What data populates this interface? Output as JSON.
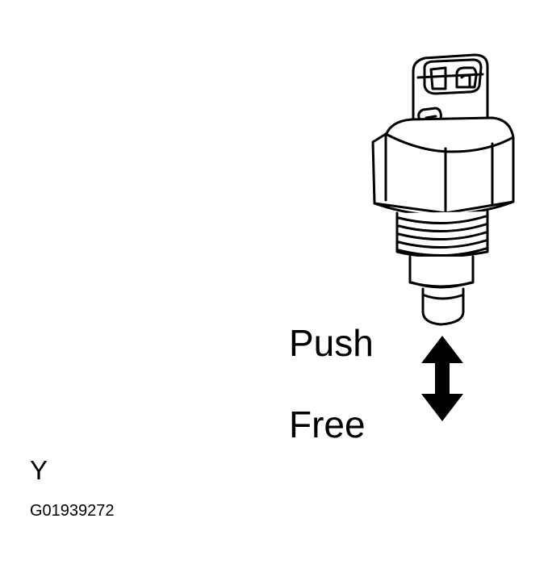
{
  "diagram": {
    "labels": {
      "push": "Push",
      "free": "Free",
      "position": "Y",
      "figure_code": "G01939272"
    },
    "component_icon": "back-up-light-switch-icon",
    "arrow_icon": "double-headed-vertical-arrow-icon",
    "colors": {
      "ink": "#000000",
      "background": "#ffffff"
    }
  }
}
